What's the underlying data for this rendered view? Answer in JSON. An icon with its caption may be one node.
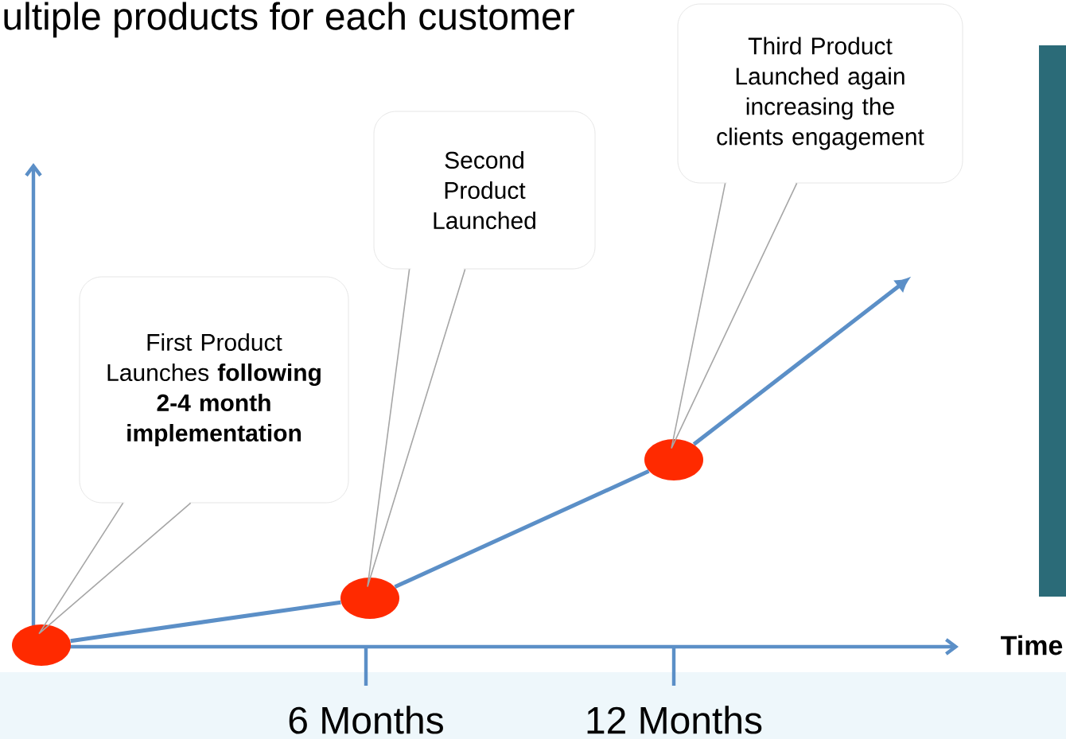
{
  "diagram": {
    "title": "ultiple products for each customer",
    "nodes": [
      {
        "text": [
          "First Product Launches **following 2-4 month implementation**"
        ]
      },
      {
        "text": [
          "Second Product Launched"
        ]
      },
      {
        "text": [
          "Third Product Launched again increasing the clients engagement"
        ]
      },
      {
        "text": [],
        "shape": "circle"
      },
      {
        "text": [],
        "shape": "circle"
      },
      {
        "text": [],
        "shape": "circle"
      }
    ],
    "edges": [
      {
        "from": 0,
        "to": 3,
        "arrow": "none"
      },
      {
        "from": 1,
        "to": 4,
        "arrow": "none"
      },
      {
        "from": 2,
        "to": 5,
        "arrow": "none"
      },
      {
        "from": 3,
        "to": 4,
        "arrow": "none",
        "style": "thick"
      },
      {
        "from": 4,
        "to": 5,
        "arrow": "none",
        "style": "thick"
      },
      {
        "from": 5,
        "to": null,
        "arrow": "to",
        "style": "thick"
      }
    ],
    "labels": [
      "Time",
      "6 Months",
      "12 Months"
    ]
  }
}
